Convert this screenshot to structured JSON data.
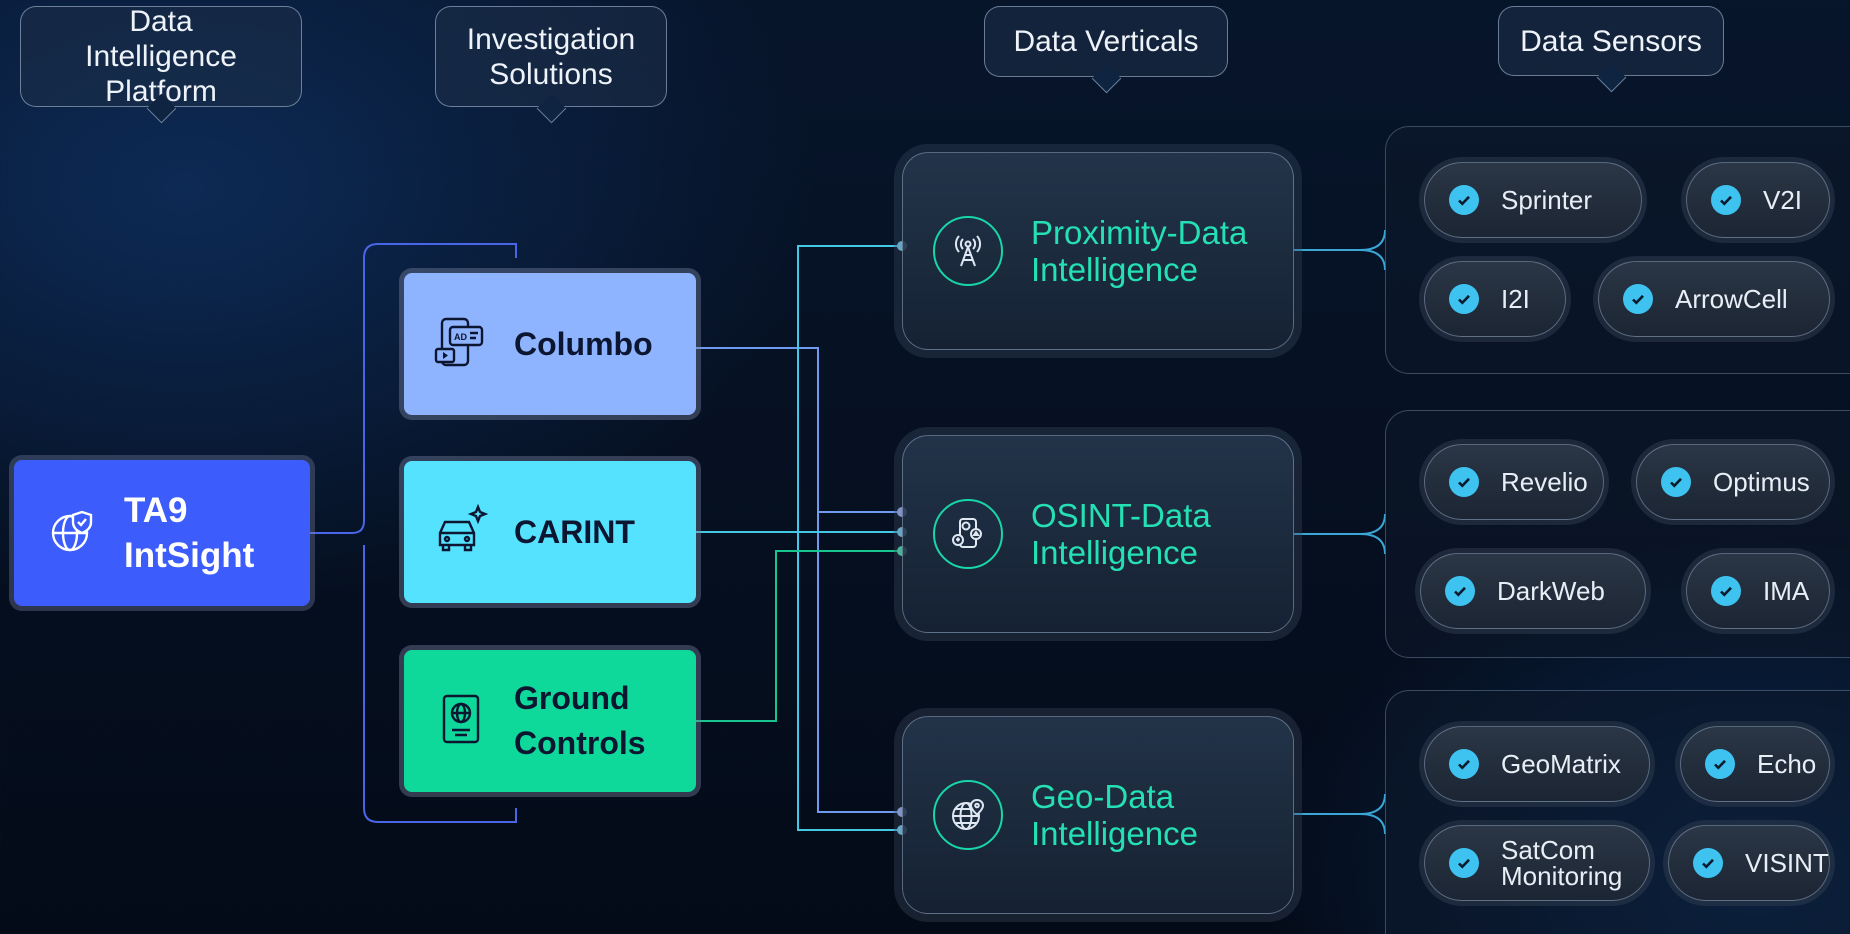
{
  "headers": {
    "platform": "Data Intelligence Platform",
    "investigation": "Investigation Solutions",
    "verticals": "Data Verticals",
    "sensors": "Data Sensors"
  },
  "platform": {
    "label": "TA9 IntSight",
    "icon": "globe-shield-icon"
  },
  "solutions": [
    {
      "label": "Columbo",
      "icon": "devices-ad-icon",
      "color": "#8fb4ff"
    },
    {
      "label": "CARINT",
      "icon": "car-sparkle-icon",
      "color": "#55e2ff"
    },
    {
      "label": "Ground Controls",
      "icon": "passport-icon",
      "color": "#0ed99a"
    }
  ],
  "verticals": [
    {
      "label": "Proximity-Data Intelligence",
      "icon": "cell-tower-icon"
    },
    {
      "label": "OSINT-Data Intelligence",
      "icon": "social-phone-icon"
    },
    {
      "label": "Geo-Data Intelligence",
      "icon": "globe-pin-icon"
    }
  ],
  "sensor_groups": [
    {
      "sensors": [
        "Sprinter",
        "V2I",
        "I2I",
        "ArrowCell"
      ]
    },
    {
      "sensors": [
        "Revelio",
        "Optimus",
        "DarkWeb",
        "IMA"
      ]
    },
    {
      "sensors": [
        "GeoMatrix",
        "Echo",
        "SatCom Monitoring",
        "VISINT"
      ]
    }
  ],
  "colors": {
    "accent_teal": "#24e0b4",
    "platform_blue": "#3c5cfb",
    "check_blue": "#3ec3f0"
  }
}
